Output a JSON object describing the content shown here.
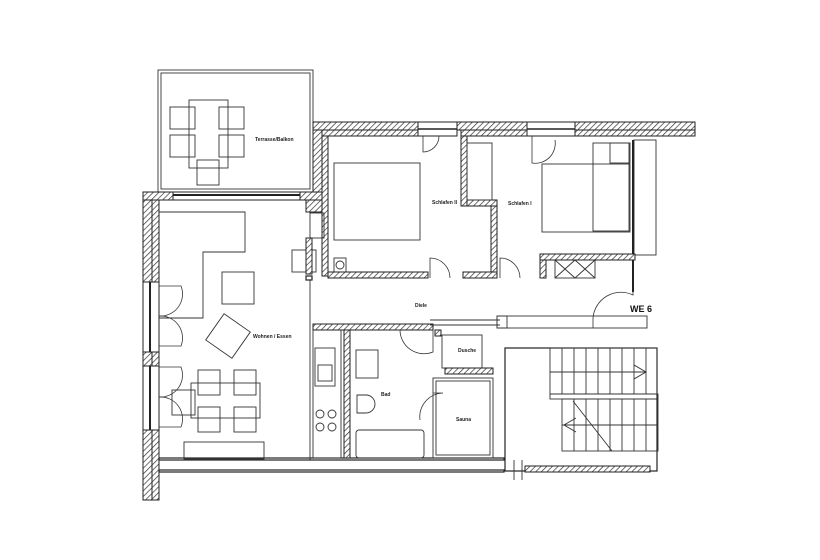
{
  "plan": {
    "unit_label": "WE 6",
    "rooms": [
      {
        "id": "terrace",
        "label": "Terrasse/Balkon"
      },
      {
        "id": "bedroom2",
        "label": "Schlafen II"
      },
      {
        "id": "bedroom1",
        "label": "Schlafen I"
      },
      {
        "id": "living",
        "label": "Wohnen / Essen"
      },
      {
        "id": "hall",
        "label": "Diele"
      },
      {
        "id": "shower",
        "label": "Dusche"
      },
      {
        "id": "bath",
        "label": "Bad"
      },
      {
        "id": "sauna",
        "label": "Sauna"
      }
    ],
    "colors": {
      "line": "#222222",
      "background": "#ffffff"
    }
  }
}
